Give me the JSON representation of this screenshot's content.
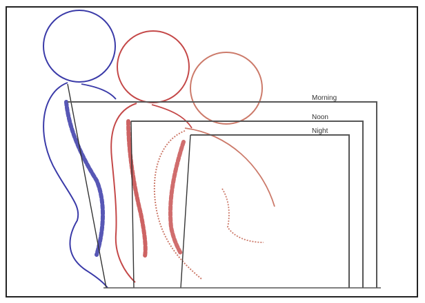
{
  "labels": {
    "morning": "Morning",
    "noon": "Noon",
    "night": "Night"
  },
  "colors": {
    "morning_figure": "#3a3aa8",
    "noon_figure": "#c44848",
    "night_figure": "#cc7a6a",
    "frame": "#222222",
    "guide_lines": "#555555"
  }
}
